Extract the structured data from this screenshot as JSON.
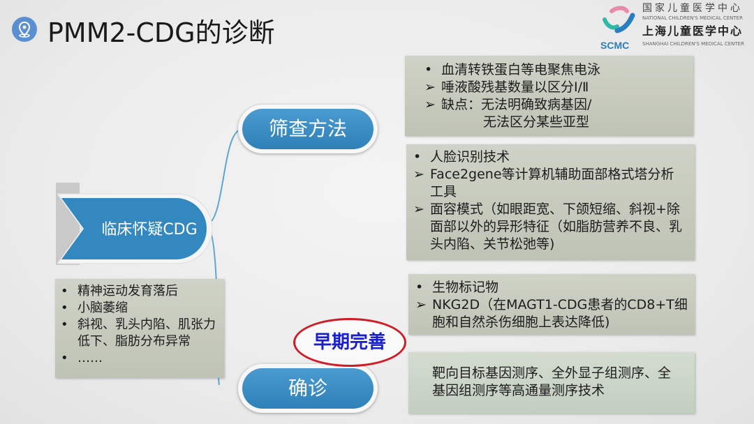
{
  "header": {
    "title": "PMM2-CDG的诊断",
    "icon": "location-pin-icon",
    "icon_color": "#5a8fd2"
  },
  "logo": {
    "cn_national": "国家儿童医学中心",
    "en_national": "NATIONAL CHILDREN'S MEDICAL CENTER",
    "cn_shanghai": "上海儿童医学中心",
    "en_shanghai": "SHANGHAI CHILDREN'S MEDICAL CENTER",
    "abbr": "SCMC"
  },
  "diagram": {
    "root": "临床怀疑CDG",
    "screening": "筛查方法",
    "diagnosis": "确诊",
    "highlight": "早期完善",
    "node_color": "#3a8ec4",
    "highlight_color": "#d01c24"
  },
  "clinical_box": {
    "items": [
      {
        "marker": "•",
        "text": "精神运动发育落后"
      },
      {
        "marker": "•",
        "text": "小脑萎缩"
      },
      {
        "marker": "•",
        "text": "斜视、乳头内陷、肌张力低下、脂肪分布异常"
      },
      {
        "marker": "•",
        "text": "……"
      }
    ]
  },
  "screening_box_1": {
    "items": [
      {
        "marker": "•",
        "text": "血清转铁蛋白等电聚焦电泳"
      },
      {
        "marker": "➢",
        "text": "唾液酸残基数量以区分Ⅰ/Ⅱ"
      },
      {
        "marker": "➢",
        "text": "缺点：无法明确致病基因/"
      },
      {
        "marker": "",
        "text": "无法区分某些亚型"
      }
    ]
  },
  "screening_box_2": {
    "items": [
      {
        "marker": "•",
        "text": "人脸识别技术"
      },
      {
        "marker": "➢",
        "text": "Face2gene等计算机辅助面部格式塔分析工具"
      },
      {
        "marker": "➢",
        "text": "面容模式（如眼距宽、下颌短缩、斜视+除面部以外的异形特征（如脂肪营养不良、乳头内陷、关节松弛等)"
      }
    ]
  },
  "screening_box_3": {
    "items": [
      {
        "marker": "•",
        "text": "生物标记物"
      },
      {
        "marker": "➢",
        "text": "NKG2D（在MAGT1-CDG患者的CD8+T细胞和自然杀伤细胞上表达降低)"
      }
    ]
  },
  "diagnosis_box": {
    "text": "靶向目标基因测序、全外显子组测序、全基因组测序等高通量测序技术"
  }
}
